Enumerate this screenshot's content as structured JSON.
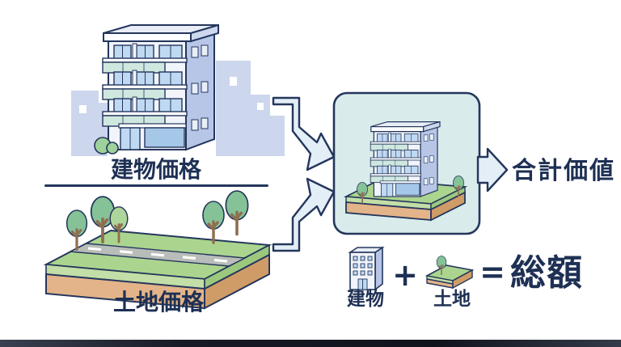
{
  "labels": {
    "building_price": "建物価格",
    "land_price": "土地価格",
    "total_value": "合計価値",
    "building": "建物",
    "land": "土地",
    "plus": "+",
    "equals": "=",
    "total_amount": "総額"
  },
  "colors": {
    "text_navy": "#1e3054",
    "outline_navy": "#24365c",
    "arrow_fill": "#e3eef7",
    "result_box_fill": "#d9eceb",
    "building_front": "#f1f4fb",
    "building_side": "#b7c6e7",
    "window_blue": "#bfd9f2",
    "balcony_teal": "#cfe8df",
    "skyline_blue": "#ccd6ed",
    "grass_green": "#abd58f",
    "grass_side": "#c3dea6",
    "soil_front": "#e3b489",
    "soil_side": "#cf9c67",
    "road_gray": "#b9bdb9",
    "tree_green_dark": "#85c297",
    "tree_green_light": "#aed69b",
    "bottom_edge": "#10131c"
  }
}
